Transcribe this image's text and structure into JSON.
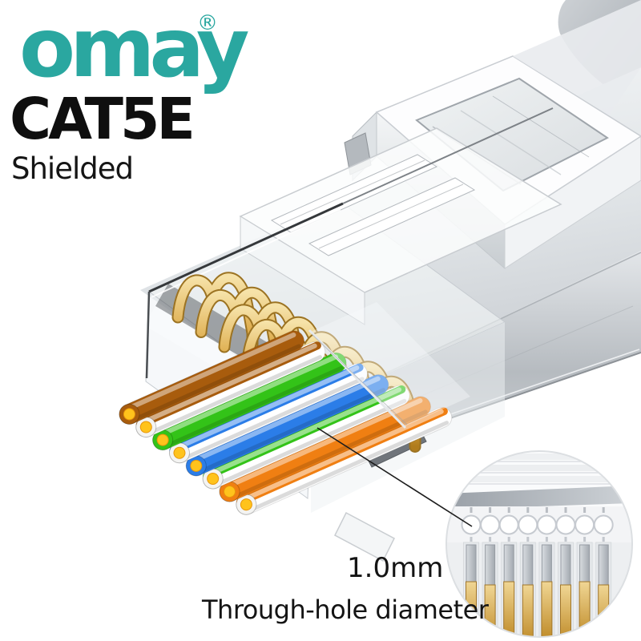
{
  "brand": {
    "logo": "omay",
    "registered_mark": "®"
  },
  "product": {
    "category": "CAT5E",
    "shielding": "Shielded"
  },
  "callout": {
    "measurement": "1.0mm",
    "description": "Through-hole diameter"
  },
  "figure": {
    "pin_count": 8,
    "through_hole_count": 8,
    "wire_colors": [
      {
        "name": "brown",
        "body": "#a85c0d",
        "stripe": null
      },
      {
        "name": "white-brown",
        "body": "#ffffff",
        "stripe": "#a85c0d"
      },
      {
        "name": "green",
        "body": "#33c318",
        "stripe": null
      },
      {
        "name": "white-blue",
        "body": "#ffffff",
        "stripe": "#2b7de8"
      },
      {
        "name": "blue",
        "body": "#2b7de8",
        "stripe": null
      },
      {
        "name": "white-green",
        "body": "#ffffff",
        "stripe": "#33c318"
      },
      {
        "name": "orange",
        "body": "#f07f12",
        "stripe": null
      },
      {
        "name": "white-orange",
        "body": "#ffffff",
        "stripe": "#f07f12"
      }
    ],
    "palette": {
      "brand_teal": "#2aa7a0",
      "text_black": "#121212",
      "metal_light": "#eef0f2",
      "metal_mid": "#c7ccd1",
      "metal_dark": "#9aa0a6",
      "pin_gold": "#d8a94c",
      "copper_tip": "#ffc31c"
    }
  }
}
